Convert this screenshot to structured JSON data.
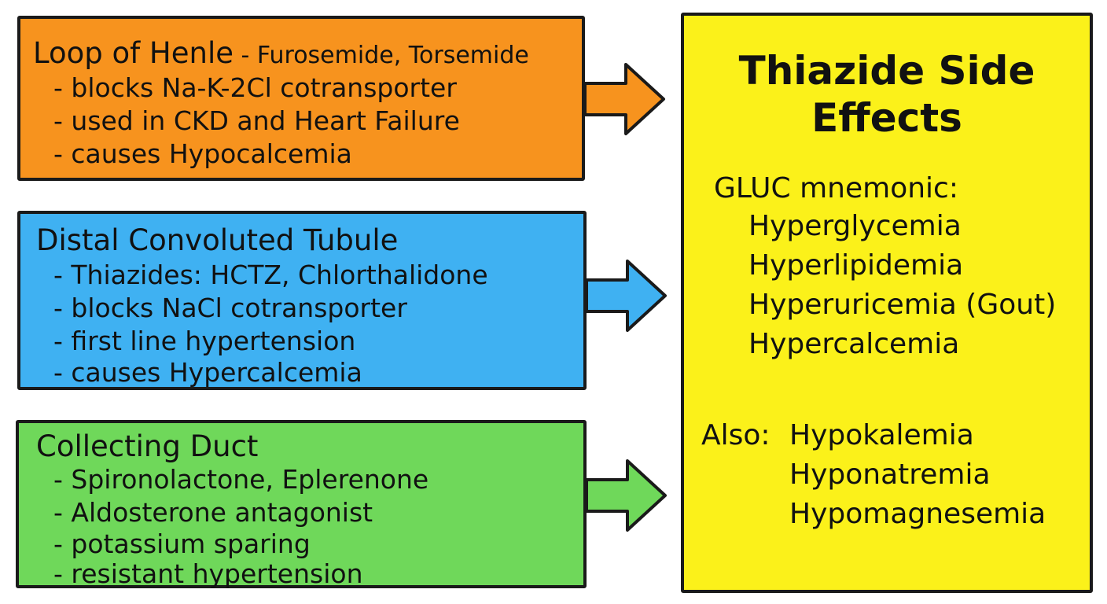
{
  "loop": {
    "title": "Loop of Henle",
    "drugs": " - Furosemide, Torsemide",
    "points": [
      "- blocks Na-K-2Cl cotransporter",
      "- used in CKD and Heart Failure",
      "- causes Hypocalcemia"
    ],
    "color": "#f7931e"
  },
  "dct": {
    "title": "Distal Convoluted Tubule",
    "points": [
      "- Thiazides: HCTZ, Chlorthalidone",
      "- blocks NaCl cotransporter",
      "- first line hypertension",
      "- causes Hypercalcemia"
    ],
    "color": "#3fb1f2"
  },
  "cd": {
    "title": "Collecting Duct",
    "points": [
      "- Spironolactone, Eplerenone",
      "- Aldosterone antagonist",
      "- potassium sparing",
      "- resistant hypertension"
    ],
    "color": "#6fd85a"
  },
  "thiazide": {
    "title_line1": "Thiazide Side",
    "title_line2": "Effects",
    "mnemonic_label": "GLUC mnemonic:",
    "mnemonic_items": [
      "Hyperglycemia",
      "Hyperlipidemia",
      "Hyperuricemia (Gout)",
      "Hypercalcemia"
    ],
    "also_label": "Also:",
    "also_items": [
      "Hypokalemia",
      "Hyponatremia",
      "Hypomagnesemia"
    ],
    "color": "#fbf11a"
  }
}
